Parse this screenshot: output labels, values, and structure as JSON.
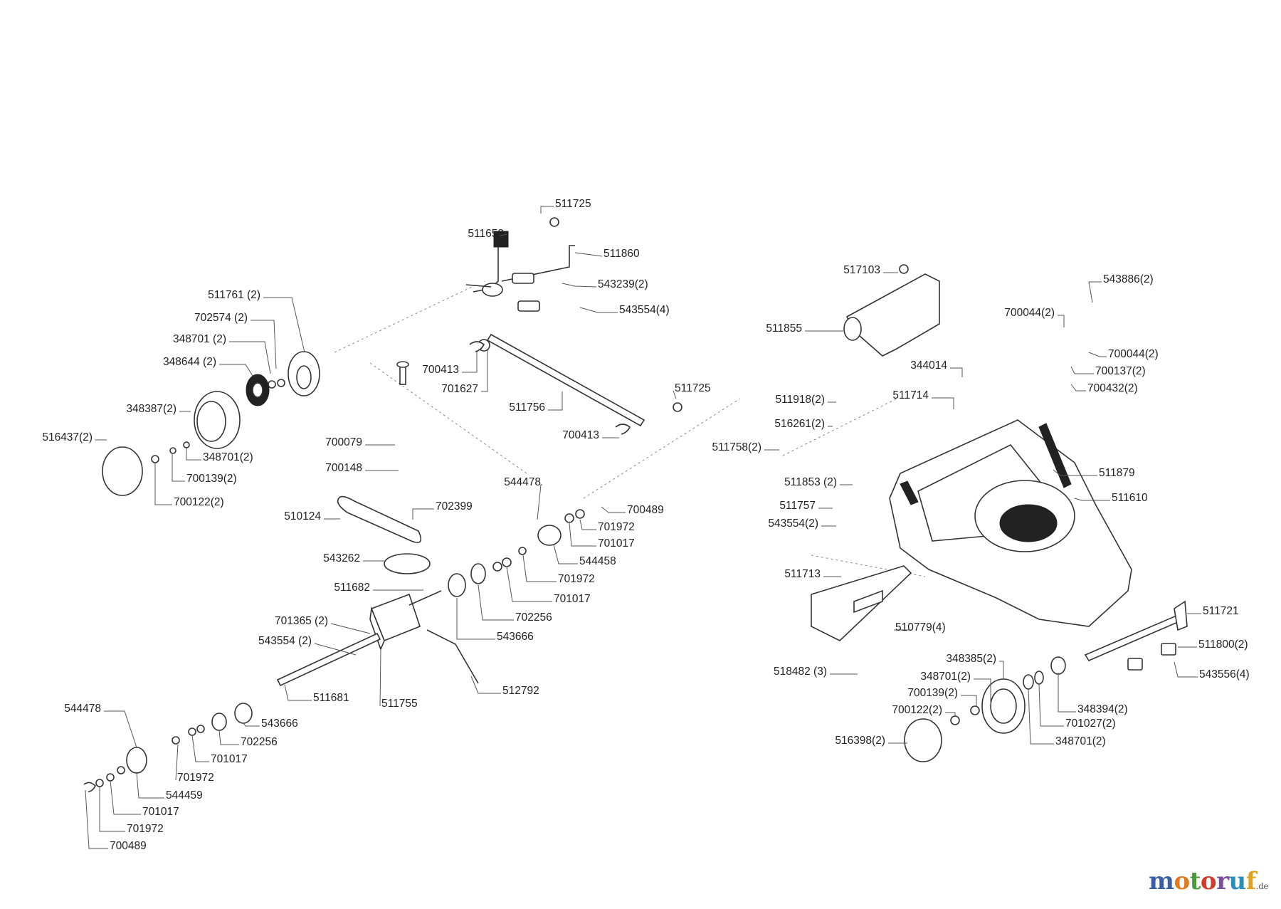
{
  "labels": [
    "511725",
    "511652",
    "511860",
    "543239(2)",
    "543554(4)",
    "511761 (2)",
    "702574 (2)",
    "348701 (2)",
    "348644 (2)",
    "348387(2)",
    "516437(2)",
    "348701(2)",
    "700139(2)",
    "700122(2)",
    "700413",
    "701627",
    "511756",
    "511725",
    "700413",
    "700079",
    "700148",
    "510124",
    "702399",
    "543262",
    "544478",
    "700489",
    "701972",
    "701017",
    "544458",
    "701972",
    "701017",
    "702256",
    "543666",
    "511682",
    "701365 (2)",
    "543554 (2)",
    "511681",
    "511755",
    "512792",
    "544478",
    "543666",
    "702256",
    "701017",
    "701972",
    "544459",
    "701017",
    "701972",
    "700489",
    "517103",
    "511855",
    "543886(2)",
    "700044(2)",
    "700044(2)",
    "700137(2)",
    "700432(2)",
    "344014",
    "511714",
    "511918(2)",
    "516261(2)",
    "511758(2)",
    "511853 (2)",
    "511757",
    "543554(2)",
    "511879",
    "511610",
    "511713",
    "510779(4)",
    "518482 (3)",
    "511721",
    "348385(2)",
    "348701(2)",
    "700139(2)",
    "700122(2)",
    "516398(2)",
    "511800(2)",
    "543556(4)",
    "348394(2)",
    "701027(2)",
    "348701(2)"
  ],
  "logo": {
    "letters": [
      "m",
      "o",
      "t",
      "o",
      "r",
      "u",
      "f"
    ],
    "letter_colors": [
      "#3a5fa8",
      "#e07a1f",
      "#4a9a3a",
      "#d23a2a",
      "#7a4fa0",
      "#2a8fb8",
      "#e0a21f"
    ],
    "suffix": ".de"
  }
}
